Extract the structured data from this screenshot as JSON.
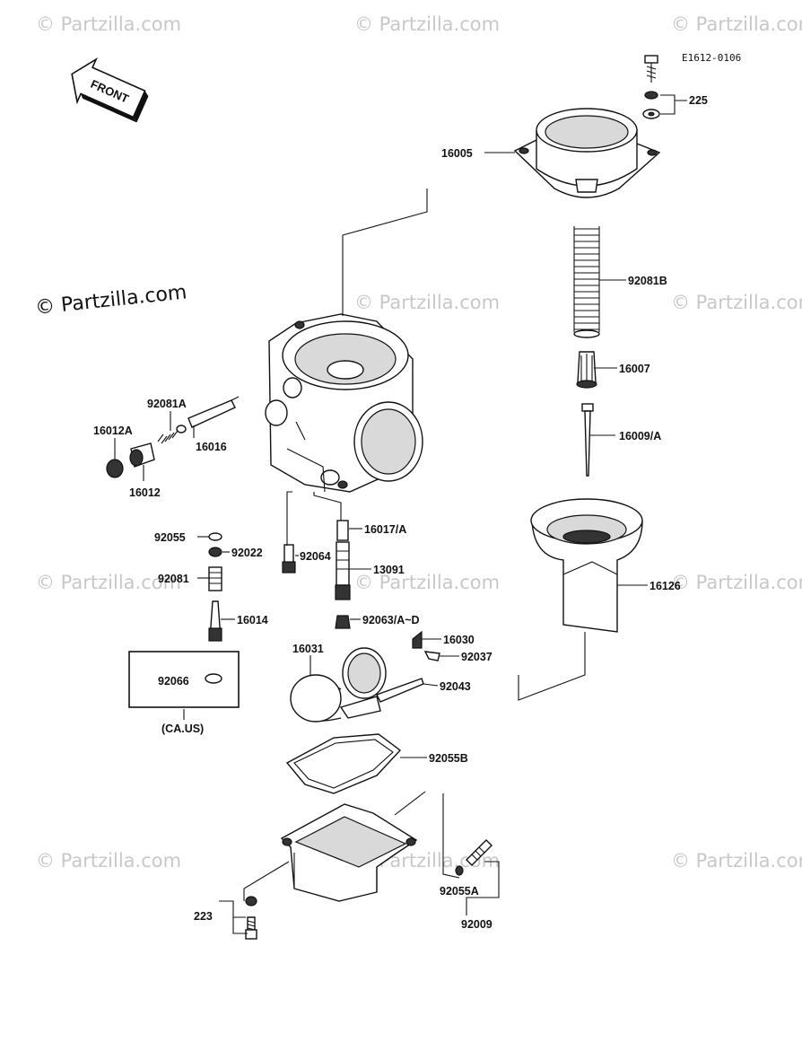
{
  "diagram": {
    "reference_code": "E1612-0106",
    "front_label": "FRONT",
    "note_label": "(CA.US)",
    "watermark_text": "© Partzilla.com",
    "watermark_strong_text": "© Partzilla.com",
    "parts": [
      {
        "id": "p225",
        "label": "225"
      },
      {
        "id": "p16005",
        "label": "16005"
      },
      {
        "id": "p92081B",
        "label": "92081B"
      },
      {
        "id": "p16007",
        "label": "16007"
      },
      {
        "id": "p16009A",
        "label": "16009/A"
      },
      {
        "id": "p16126",
        "label": "16126"
      },
      {
        "id": "p92081A",
        "label": "92081A"
      },
      {
        "id": "p16012A",
        "label": "16012A"
      },
      {
        "id": "p16016",
        "label": "16016"
      },
      {
        "id": "p16012",
        "label": "16012"
      },
      {
        "id": "p92055",
        "label": "92055"
      },
      {
        "id": "p92022",
        "label": "92022"
      },
      {
        "id": "p92064",
        "label": "92064"
      },
      {
        "id": "p16017A",
        "label": "16017/A"
      },
      {
        "id": "p92081",
        "label": "92081"
      },
      {
        "id": "p13091",
        "label": "13091"
      },
      {
        "id": "p16014",
        "label": "16014"
      },
      {
        "id": "p92063",
        "label": "92063/A~D"
      },
      {
        "id": "p16030",
        "label": "16030"
      },
      {
        "id": "p92037",
        "label": "92037"
      },
      {
        "id": "p16031",
        "label": "16031"
      },
      {
        "id": "p92066",
        "label": "92066"
      },
      {
        "id": "p92043",
        "label": "92043"
      },
      {
        "id": "p92055B",
        "label": "92055B"
      },
      {
        "id": "p92055A",
        "label": "92055A"
      },
      {
        "id": "p223",
        "label": "223"
      },
      {
        "id": "p92009",
        "label": "92009"
      }
    ]
  }
}
